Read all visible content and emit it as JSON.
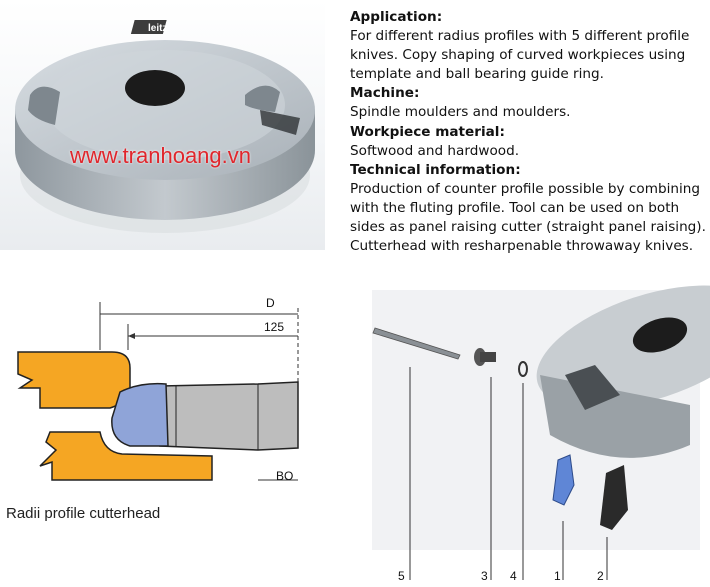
{
  "watermark": "www.tranhoang.vn",
  "brand_logo": "leitz",
  "sections": [
    {
      "heading": "Application:",
      "text": "For different radius profiles with 5 different profile knives. Copy shaping of curved workpieces using template and ball bearing guide ring."
    },
    {
      "heading": "Machine:",
      "text": "Spindle moulders and moulders."
    },
    {
      "heading": "Workpiece material:",
      "text": "Softwood and hardwood."
    },
    {
      "heading": "Technical information:",
      "text": "Production of counter profile possible by combining with the fluting profile. Tool can be used on both sides as panel raising cutter (straight panel raising). Cutterhead with resharpenable throwaway knives."
    }
  ],
  "diagram": {
    "caption": "Radii profile cutterhead",
    "dim_d": "D",
    "dim_125": "125",
    "dim_bo": "BO",
    "colors": {
      "workpiece": "#f5a623",
      "knife": "#8fa4d8",
      "body": "#bdbdbd"
    }
  },
  "parts": {
    "labels": [
      "5",
      "3",
      "4",
      "1",
      "2"
    ]
  }
}
